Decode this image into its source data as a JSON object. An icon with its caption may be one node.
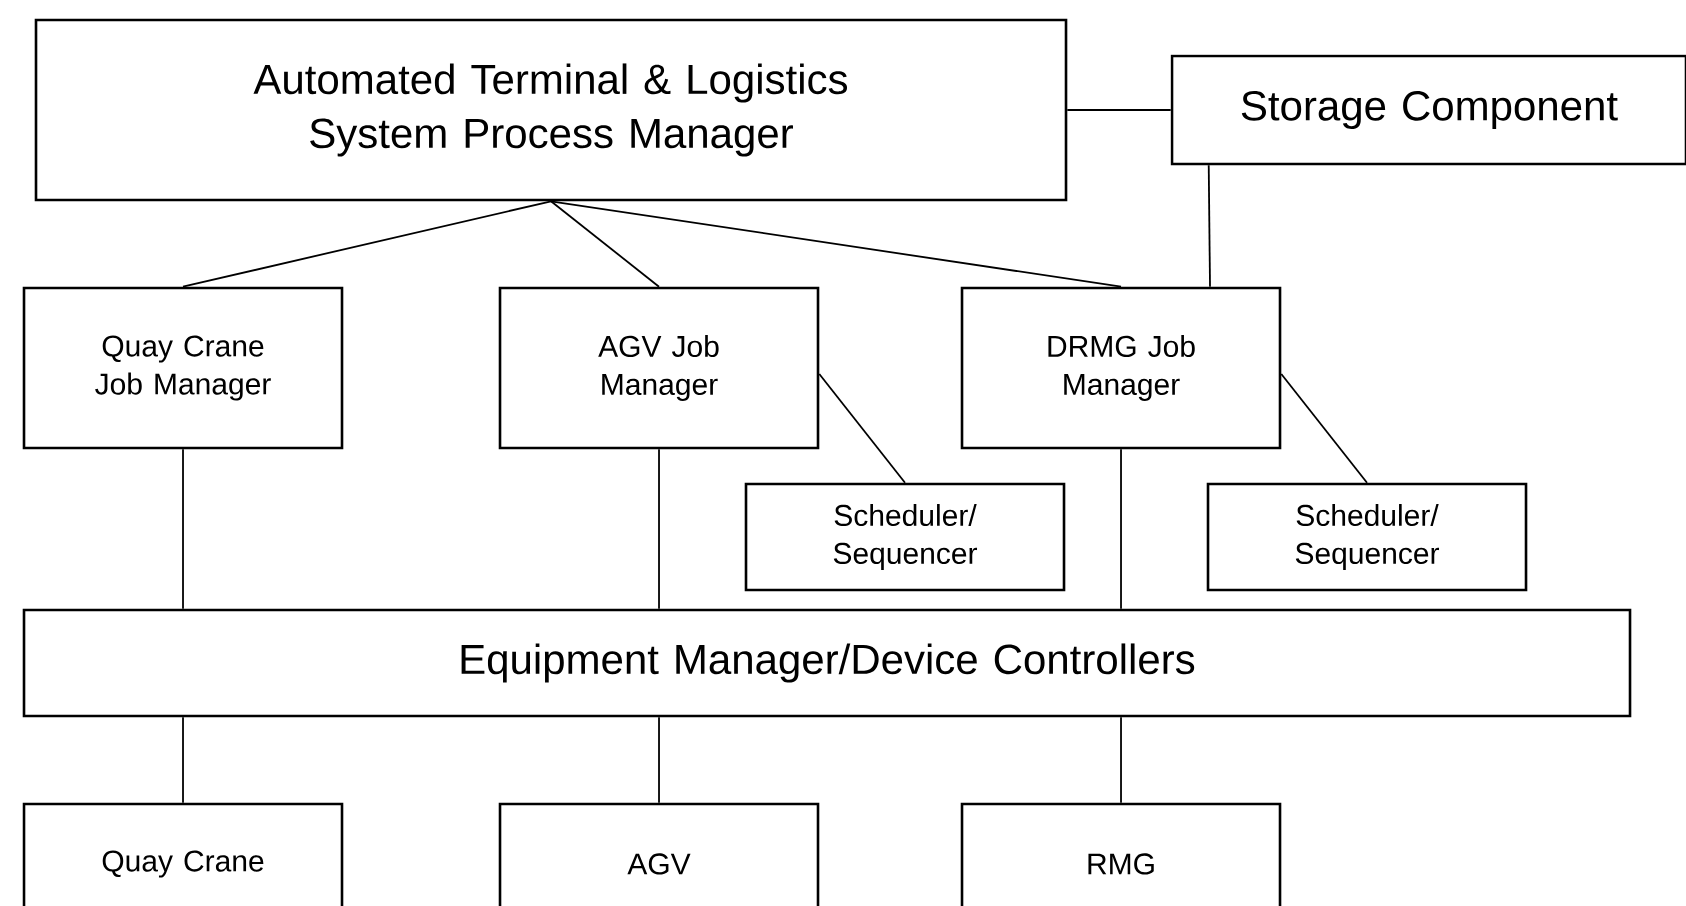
{
  "diagram": {
    "nodes": [
      {
        "text": [
          "Automated Terminal & Logistics System Process Manager"
        ]
      },
      {
        "text": [
          "Storage Component"
        ]
      },
      {
        "text": [
          "Quay Crane Job Manager"
        ]
      },
      {
        "text": [
          "AGV Job Manager"
        ]
      },
      {
        "text": [
          "DRMG Job Manager"
        ]
      },
      {
        "text": [
          "Scheduler/ Sequencer"
        ]
      },
      {
        "text": [
          "Scheduler/ Sequencer"
        ]
      },
      {
        "text": [
          "Equipment Manager/Device Controllers"
        ]
      },
      {
        "text": [
          "Quay Crane"
        ]
      },
      {
        "text": [
          "AGV"
        ]
      },
      {
        "text": [
          "RMG"
        ]
      }
    ],
    "edges": [
      {
        "from": 0,
        "to": 1,
        "arrow": "none"
      },
      {
        "from": 0,
        "to": 2,
        "arrow": "none"
      },
      {
        "from": 0,
        "to": 3,
        "arrow": "none"
      },
      {
        "from": 0,
        "to": 4,
        "arrow": "none"
      },
      {
        "from": 1,
        "to": 4,
        "arrow": "none"
      },
      {
        "from": 3,
        "to": 5,
        "arrow": "none"
      },
      {
        "from": 4,
        "to": 6,
        "arrow": "none"
      },
      {
        "from": 2,
        "to": 7,
        "arrow": "none"
      },
      {
        "from": 3,
        "to": 7,
        "arrow": "none"
      },
      {
        "from": 4,
        "to": 7,
        "arrow": "none"
      },
      {
        "from": 7,
        "to": 8,
        "arrow": "none"
      },
      {
        "from": 7,
        "to": 9,
        "arrow": "none"
      },
      {
        "from": 7,
        "to": 10,
        "arrow": "none"
      }
    ]
  }
}
